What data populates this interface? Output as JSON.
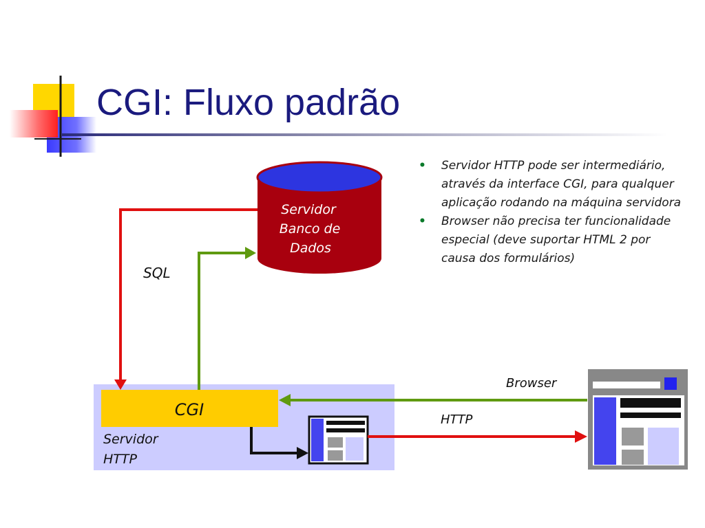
{
  "slide": {
    "title": "CGI: Fluxo padrão"
  },
  "diagram": {
    "database": {
      "line1": "Servidor",
      "line2": "Banco de",
      "line3": "Dados"
    },
    "sql_label": "SQL",
    "cgi_label": "CGI",
    "server_label_line1": "Servidor",
    "server_label_line2": "HTTP",
    "browser_label": "Browser",
    "http_label": "HTTP",
    "colors": {
      "sql_arrow": "#e01010",
      "response_arrow": "#5f9a10",
      "db_body": "#a8000e",
      "db_top": "#2d35e0",
      "cgi_box": "#ffcc00",
      "server_area": "#ccccff"
    }
  },
  "bullets": [
    "Servidor HTTP pode ser intermediário, através da interface CGI, para qualquer aplicação rodando na máquina servidora",
    "Browser não precisa ter funcionalidade especial (deve suportar HTML 2 por causa dos formulários)"
  ]
}
